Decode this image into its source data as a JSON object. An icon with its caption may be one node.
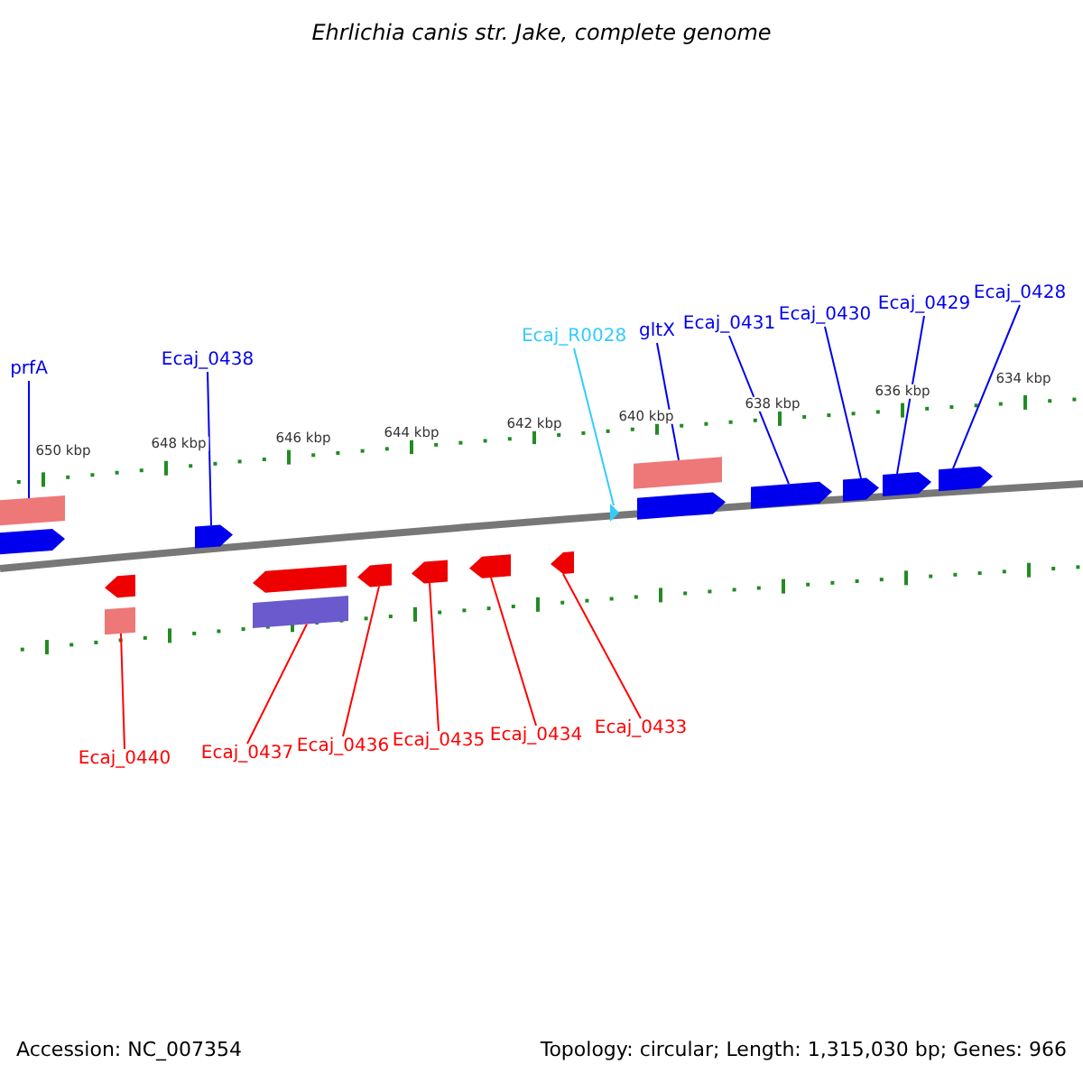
{
  "diagram": {
    "title": "Ehrlichia canis str. Jake, complete genome",
    "nodes": [
      {
        "text": [
          "prfA"
        ]
      },
      {
        "text": [
          "Ecaj_0438"
        ]
      },
      {
        "text": [
          "Ecaj_R0028"
        ]
      },
      {
        "text": [
          "gltX"
        ]
      },
      {
        "text": [
          "Ecaj_0431"
        ]
      },
      {
        "text": [
          "Ecaj_0430"
        ]
      },
      {
        "text": [
          "Ecaj_0429"
        ]
      },
      {
        "text": [
          "Ecaj_0428"
        ]
      },
      {
        "text": [
          "Ecaj_0440"
        ]
      },
      {
        "text": [
          "Ecaj_0437"
        ]
      },
      {
        "text": [
          "Ecaj_0436"
        ]
      },
      {
        "text": [
          "Ecaj_0435"
        ]
      },
      {
        "text": [
          "Ecaj_0434"
        ]
      },
      {
        "text": [
          "Ecaj_0433"
        ]
      },
      {
        "text": [],
        "shape": "bar"
      },
      {
        "text": [],
        "shape": "pentagon"
      },
      {
        "text": [],
        "shape": "pentagon"
      },
      {
        "text": [],
        "shape": "triangle"
      },
      {
        "text": [],
        "shape": "bar"
      },
      {
        "text": [],
        "shape": "pentagon"
      },
      {
        "text": [],
        "shape": "pentagon"
      },
      {
        "text": [],
        "shape": "pentagon"
      },
      {
        "text": [],
        "shape": "pentagon"
      },
      {
        "text": [],
        "shape": "pentagon"
      },
      {
        "text": [],
        "shape": "pentagon"
      },
      {
        "text": [],
        "shape": "bar"
      },
      {
        "text": [],
        "shape": "pentagon"
      },
      {
        "text": [],
        "shape": "bar"
      },
      {
        "text": [],
        "shape": "pentagon"
      },
      {
        "text": [],
        "shape": "pentagon"
      },
      {
        "text": [],
        "shape": "pentagon"
      },
      {
        "text": [],
        "shape": "pentagon"
      }
    ],
    "edges": [
      {
        "from": 0,
        "to": 14,
        "arrow": "none"
      },
      {
        "from": 1,
        "to": 16,
        "arrow": "none"
      },
      {
        "from": 2,
        "to": 17,
        "arrow": "none",
        "color": "#33ccff"
      },
      {
        "from": 3,
        "to": 18,
        "arrow": "none"
      },
      {
        "from": 4,
        "to": 20,
        "arrow": "none"
      },
      {
        "from": 5,
        "to": 21,
        "arrow": "none"
      },
      {
        "from": 6,
        "to": 22,
        "arrow": "none"
      },
      {
        "from": 7,
        "to": 23,
        "arrow": "none"
      },
      {
        "from": 8,
        "to": 25,
        "arrow": "none",
        "color": "#ff0000"
      },
      {
        "from": 9,
        "to": 27,
        "arrow": "none",
        "color": "#ff0000"
      },
      {
        "from": 10,
        "to": 28,
        "arrow": "none",
        "color": "#ff0000"
      },
      {
        "from": 11,
        "to": 29,
        "arrow": "none",
        "color": "#ff0000"
      },
      {
        "from": 12,
        "to": 30,
        "arrow": "none",
        "color": "#ff0000"
      },
      {
        "from": 13,
        "to": 31,
        "arrow": "none",
        "color": "#ff0000"
      }
    ],
    "labels": [
      "650 kbp",
      "648 kbp",
      "646 kbp",
      "644 kbp",
      "642 kbp",
      "640 kbp",
      "638 kbp",
      "636 kbp",
      "634 kbp",
      "Accession: NC_007354",
      "Topology: circular; Length: 1,315,030 bp; Genes: 966"
    ]
  }
}
